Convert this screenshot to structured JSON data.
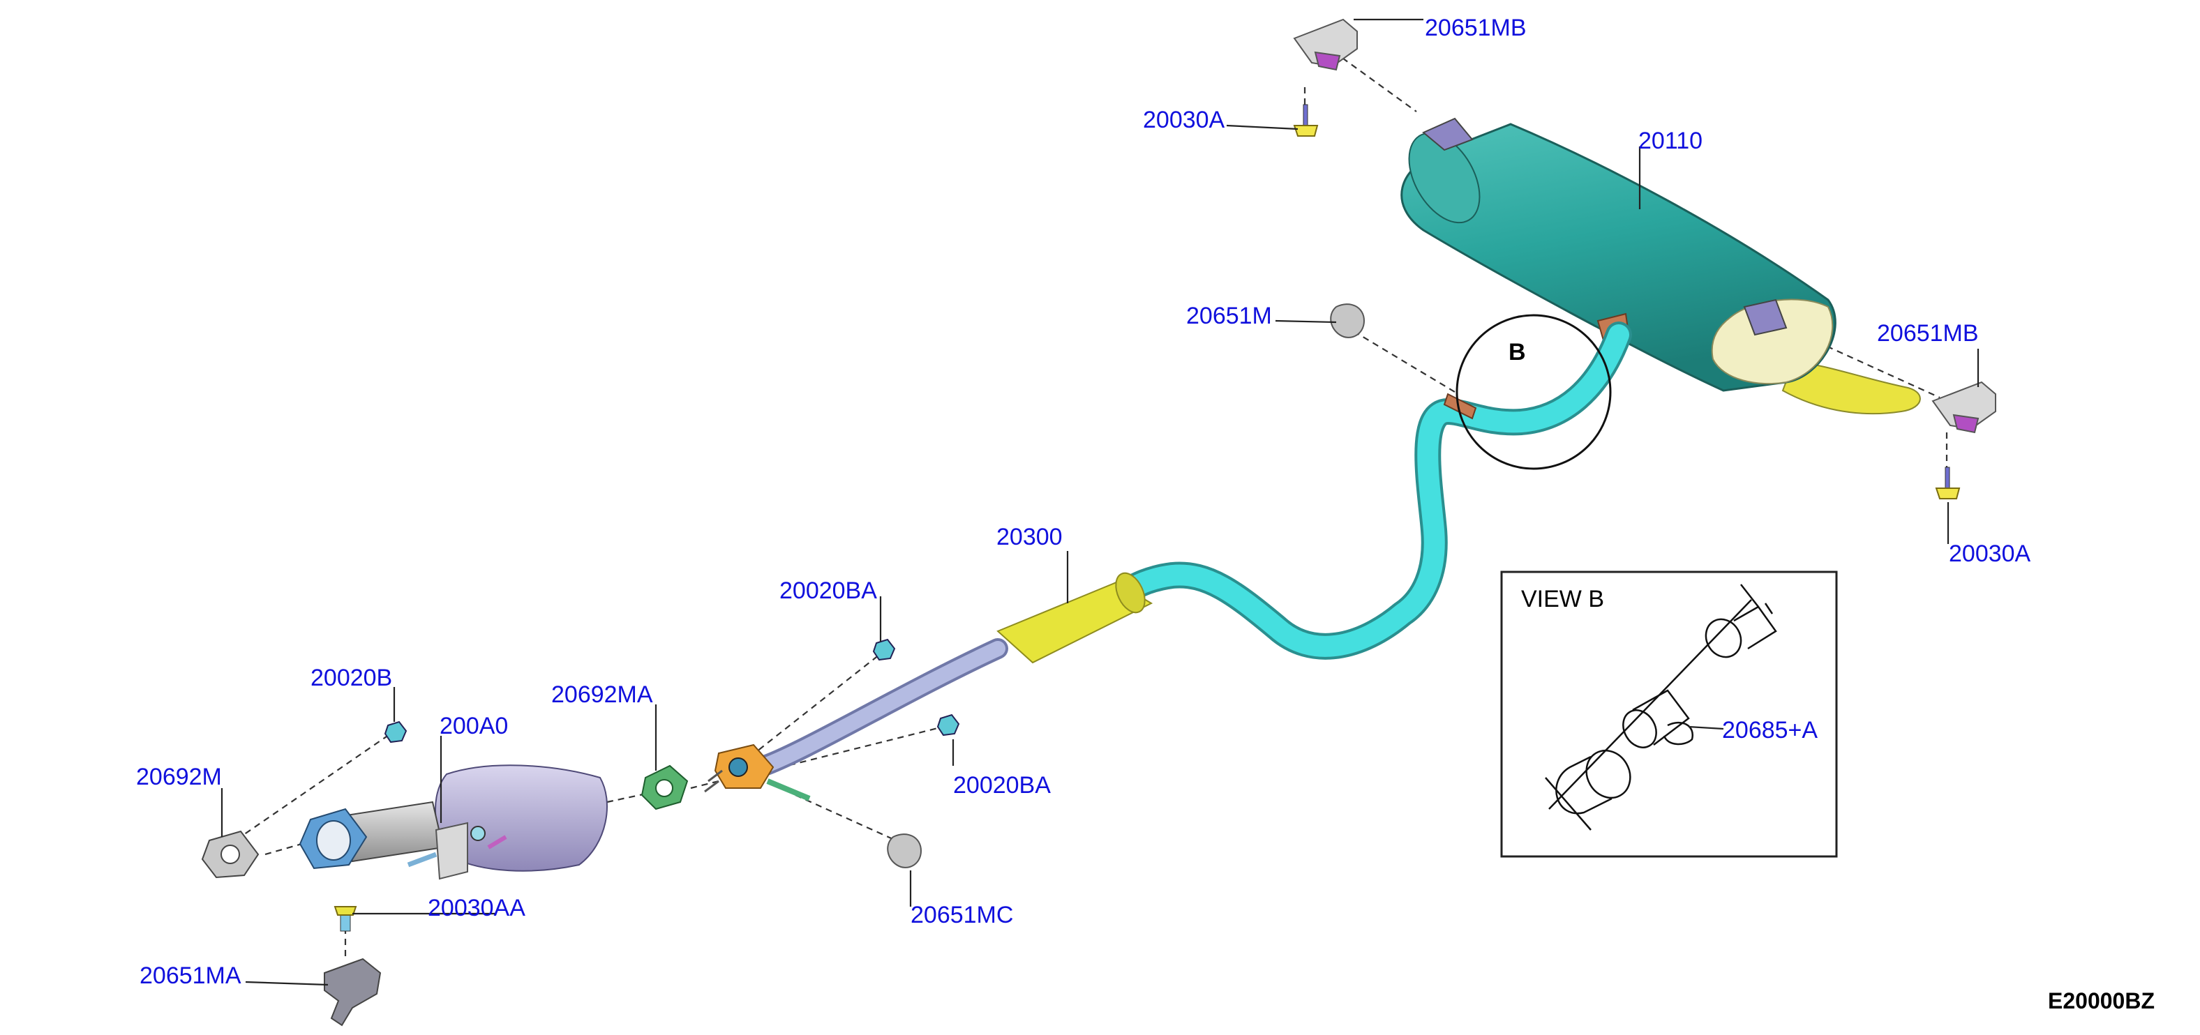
{
  "colors": {
    "label": "#1010dd",
    "muffler": "#2aa59d",
    "pipe": "#3fd6d6",
    "resonator": "#e8e83c",
    "front_pipe": "#a9b0d8",
    "catalyst": "#b9b3d8",
    "gasket_gray": "#bdbdbd",
    "gasket_green": "#4caf6a",
    "flange_orange": "#f0a53a"
  },
  "callouts": {
    "c20651MB_top": "20651MB",
    "c20030A_top": "20030A",
    "c20110": "20110",
    "c20651M": "20651M",
    "c20651MB_right": "20651MB",
    "c20030A_right": "20030A",
    "c20300": "20300",
    "c20020BA_upper": "20020BA",
    "c20020BA_lower": "20020BA",
    "c20692MA": "20692MA",
    "c20020B": "20020B",
    "c200A0": "200A0",
    "c20692M": "20692M",
    "c20030AA": "20030AA",
    "c20651MA": "20651MA",
    "c20651MC": "20651MC",
    "c20685A": "20685+A"
  },
  "detail_marker": "B",
  "view_title": "VIEW B",
  "diagram_code": "E20000BZ"
}
